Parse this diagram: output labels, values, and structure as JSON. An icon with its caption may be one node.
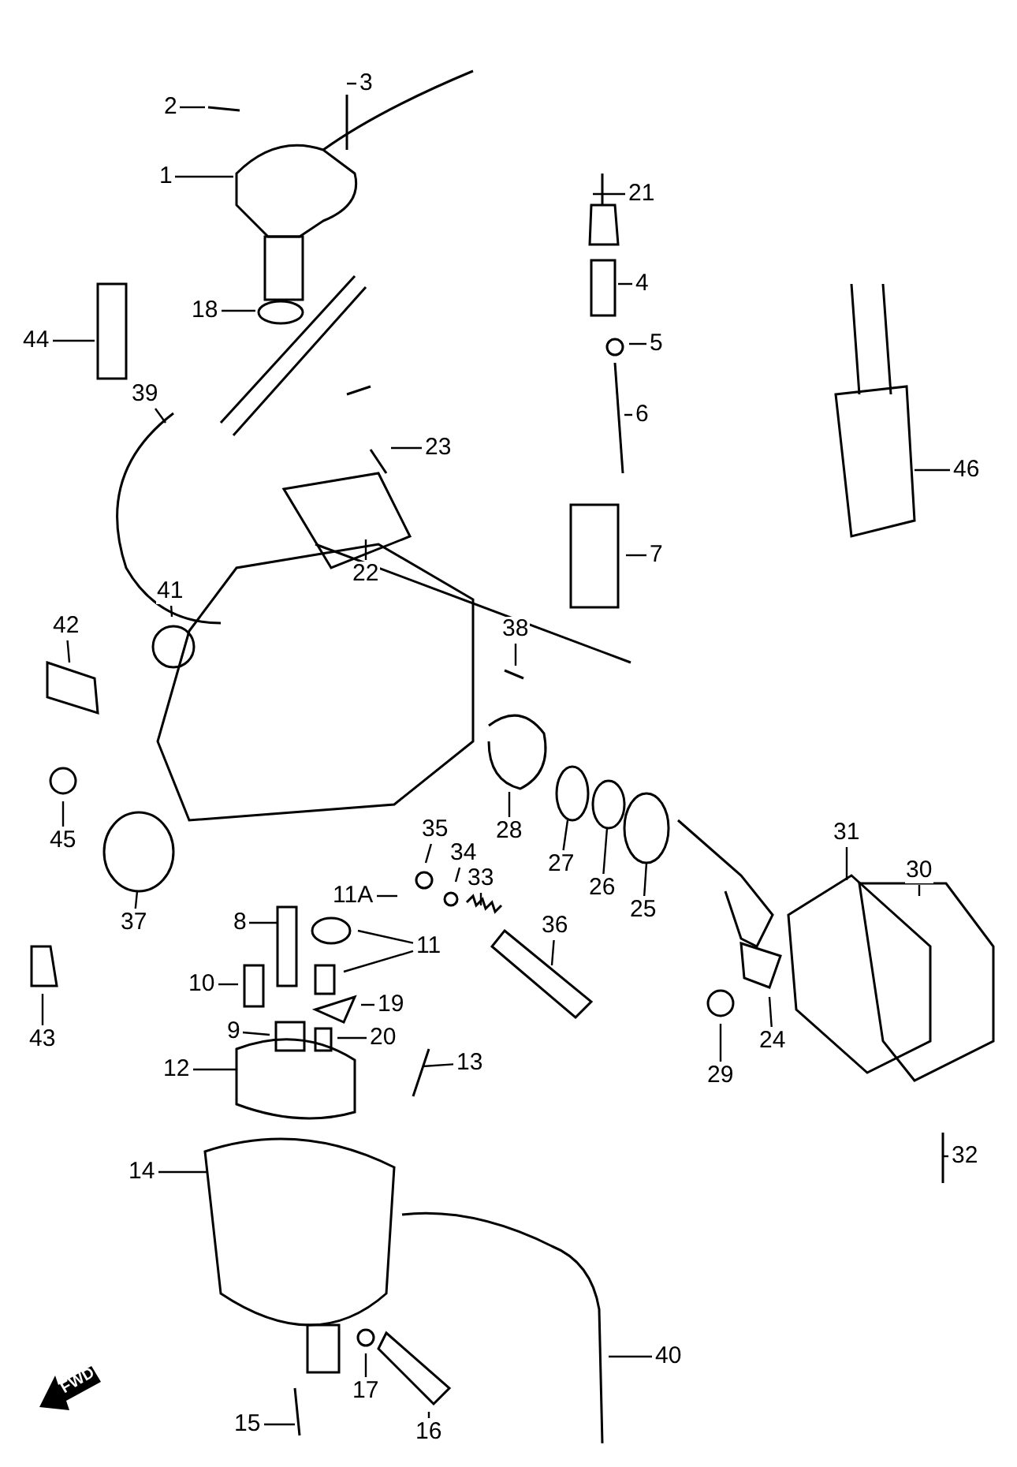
{
  "diagram": {
    "nodes": [
      {
        "text": [
          "3"
        ]
      },
      {
        "text": [
          "2"
        ]
      },
      {
        "text": [
          "1"
        ]
      },
      {
        "text": [
          "21"
        ]
      },
      {
        "text": [
          "4"
        ]
      },
      {
        "text": [
          "18"
        ]
      },
      {
        "text": [
          "44"
        ]
      },
      {
        "text": [
          "5"
        ]
      },
      {
        "text": [
          "6"
        ]
      },
      {
        "text": [
          "39"
        ]
      },
      {
        "text": [
          "23"
        ]
      },
      {
        "text": [
          "46"
        ]
      },
      {
        "text": [
          "7"
        ]
      },
      {
        "text": [
          "22"
        ]
      },
      {
        "text": [
          "41"
        ]
      },
      {
        "text": [
          "42"
        ]
      },
      {
        "text": [
          "38"
        ]
      },
      {
        "text": [
          "28"
        ]
      },
      {
        "text": [
          "31"
        ]
      },
      {
        "text": [
          "45"
        ]
      },
      {
        "text": [
          "35"
        ]
      },
      {
        "text": [
          "27"
        ]
      },
      {
        "text": [
          "30"
        ]
      },
      {
        "text": [
          "34"
        ]
      },
      {
        "text": [
          "26"
        ]
      },
      {
        "text": [
          "33"
        ]
      },
      {
        "text": [
          "11A"
        ]
      },
      {
        "text": [
          "25"
        ]
      },
      {
        "text": [
          "37"
        ]
      },
      {
        "text": [
          "8"
        ]
      },
      {
        "text": [
          "36"
        ]
      },
      {
        "text": [
          "11"
        ]
      },
      {
        "text": [
          "10"
        ]
      },
      {
        "text": [
          "19"
        ]
      },
      {
        "text": [
          "9"
        ]
      },
      {
        "text": [
          "20"
        ]
      },
      {
        "text": [
          "24"
        ]
      },
      {
        "text": [
          "43"
        ]
      },
      {
        "text": [
          "12"
        ]
      },
      {
        "text": [
          "13"
        ]
      },
      {
        "text": [
          "29"
        ]
      },
      {
        "text": [
          "32"
        ]
      },
      {
        "text": [
          "14"
        ]
      },
      {
        "text": [
          "40"
        ]
      },
      {
        "text": [
          "17"
        ]
      },
      {
        "text": [
          "15"
        ]
      },
      {
        "text": [
          "16"
        ]
      }
    ],
    "edges": [
      {
        "from": 0,
        "to": null,
        "arrow": "none"
      },
      {
        "from": 1,
        "to": null,
        "arrow": "none"
      },
      {
        "from": 2,
        "to": null,
        "arrow": "none"
      },
      {
        "from": 3,
        "to": null,
        "arrow": "none"
      },
      {
        "from": 4,
        "to": null,
        "arrow": "none"
      },
      {
        "from": 5,
        "to": null,
        "arrow": "none"
      },
      {
        "from": 6,
        "to": null,
        "arrow": "none"
      },
      {
        "from": 7,
        "to": null,
        "arrow": "none"
      },
      {
        "from": 8,
        "to": null,
        "arrow": "none"
      },
      {
        "from": 9,
        "to": null,
        "arrow": "none"
      },
      {
        "from": 10,
        "to": null,
        "arrow": "none"
      },
      {
        "from": 11,
        "to": null,
        "arrow": "none"
      },
      {
        "from": 12,
        "to": null,
        "arrow": "none"
      },
      {
        "from": 13,
        "to": null,
        "arrow": "none"
      },
      {
        "from": 14,
        "to": null,
        "arrow": "none"
      },
      {
        "from": 15,
        "to": null,
        "arrow": "none"
      },
      {
        "from": 16,
        "to": null,
        "arrow": "none"
      },
      {
        "from": 17,
        "to": null,
        "arrow": "none"
      },
      {
        "from": 18,
        "to": null,
        "arrow": "none"
      },
      {
        "from": 19,
        "to": null,
        "arrow": "none"
      },
      {
        "from": 20,
        "to": null,
        "arrow": "none"
      },
      {
        "from": 21,
        "to": null,
        "arrow": "none"
      },
      {
        "from": 22,
        "to": null,
        "arrow": "none"
      },
      {
        "from": 23,
        "to": null,
        "arrow": "none"
      },
      {
        "from": 24,
        "to": null,
        "arrow": "none"
      },
      {
        "from": 25,
        "to": null,
        "arrow": "none"
      },
      {
        "from": 26,
        "to": null,
        "arrow": "none"
      },
      {
        "from": 27,
        "to": null,
        "arrow": "none"
      },
      {
        "from": 28,
        "to": null,
        "arrow": "none"
      },
      {
        "from": 29,
        "to": null,
        "arrow": "none"
      },
      {
        "from": 30,
        "to": null,
        "arrow": "none"
      },
      {
        "from": 31,
        "to": null,
        "arrow": "none"
      },
      {
        "from": 31,
        "to": null,
        "arrow": "none"
      },
      {
        "from": 32,
        "to": null,
        "arrow": "none"
      },
      {
        "from": 33,
        "to": null,
        "arrow": "none"
      },
      {
        "from": 34,
        "to": null,
        "arrow": "none"
      },
      {
        "from": 35,
        "to": null,
        "arrow": "none"
      },
      {
        "from": 36,
        "to": null,
        "arrow": "none"
      },
      {
        "from": 37,
        "to": null,
        "arrow": "none"
      },
      {
        "from": 38,
        "to": null,
        "arrow": "none"
      },
      {
        "from": 39,
        "to": null,
        "arrow": "none"
      },
      {
        "from": 40,
        "to": null,
        "arrow": "none"
      },
      {
        "from": 41,
        "to": null,
        "arrow": "none"
      },
      {
        "from": 42,
        "to": null,
        "arrow": "none"
      },
      {
        "from": 43,
        "to": null,
        "arrow": "none"
      },
      {
        "from": 44,
        "to": null,
        "arrow": "none"
      },
      {
        "from": 45,
        "to": null,
        "arrow": "none"
      },
      {
        "from": 46,
        "to": null,
        "arrow": "none"
      }
    ],
    "labels": [
      "FWD"
    ]
  }
}
